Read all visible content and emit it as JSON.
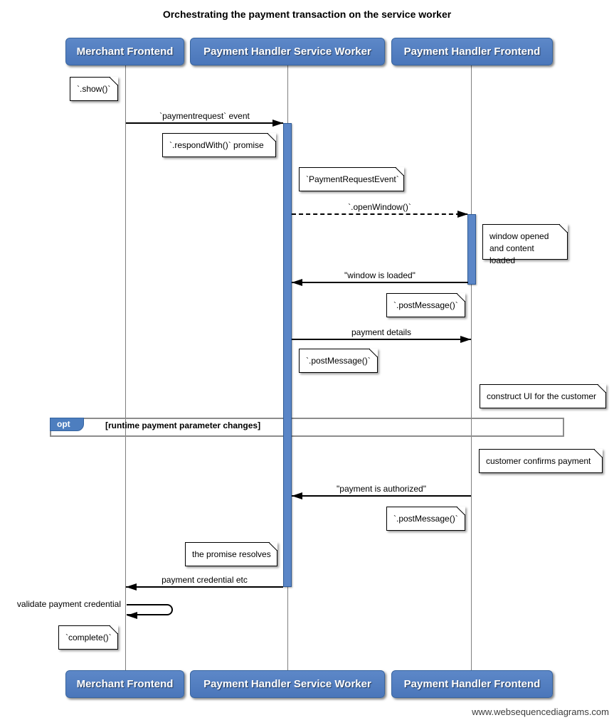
{
  "title": "Orchestrating the payment transaction on the service worker",
  "footer": "www.websequencediagrams.com",
  "colors": {
    "actor_fill": "#4d7ebf",
    "actor_border": "#39659f",
    "activation_fill": "#5b86c7",
    "activation_border": "#2d5a96",
    "lifeline": "#7f7f7f",
    "fragment_border": "#8c8c8c"
  },
  "actors": [
    {
      "name": "Merchant Frontend"
    },
    {
      "name": "Payment Handler Service Worker"
    },
    {
      "name": "Payment Handler Frontend"
    }
  ],
  "messages": [
    {
      "label": "`paymentrequest` event",
      "type": "solid",
      "direction": "right"
    },
    {
      "label": "`.openWindow()`",
      "type": "dashed",
      "direction": "right"
    },
    {
      "label": "\"window is loaded\"",
      "type": "solid",
      "direction": "left"
    },
    {
      "label": "payment details",
      "type": "solid",
      "direction": "right"
    },
    {
      "label": "\"payment is authorized\"",
      "type": "solid",
      "direction": "left"
    },
    {
      "label": "payment credential etc",
      "type": "solid",
      "direction": "left"
    },
    {
      "label": "validate payment credential",
      "type": "self",
      "direction": "self"
    }
  ],
  "notes": [
    {
      "text": "`.show()`"
    },
    {
      "text": "`.respondWith()` promise"
    },
    {
      "text": "`PaymentRequestEvent`"
    },
    {
      "text": "window opened\nand content loaded"
    },
    {
      "text": "`.postMessage()`"
    },
    {
      "text": "`.postMessage()`"
    },
    {
      "text": "construct UI for the customer"
    },
    {
      "text": "customer confirms payment"
    },
    {
      "text": "`.postMessage()`"
    },
    {
      "text": "the promise resolves"
    },
    {
      "text": "`complete()`"
    }
  ],
  "fragment": {
    "operator": "opt",
    "condition": "[runtime payment parameter changes]"
  }
}
